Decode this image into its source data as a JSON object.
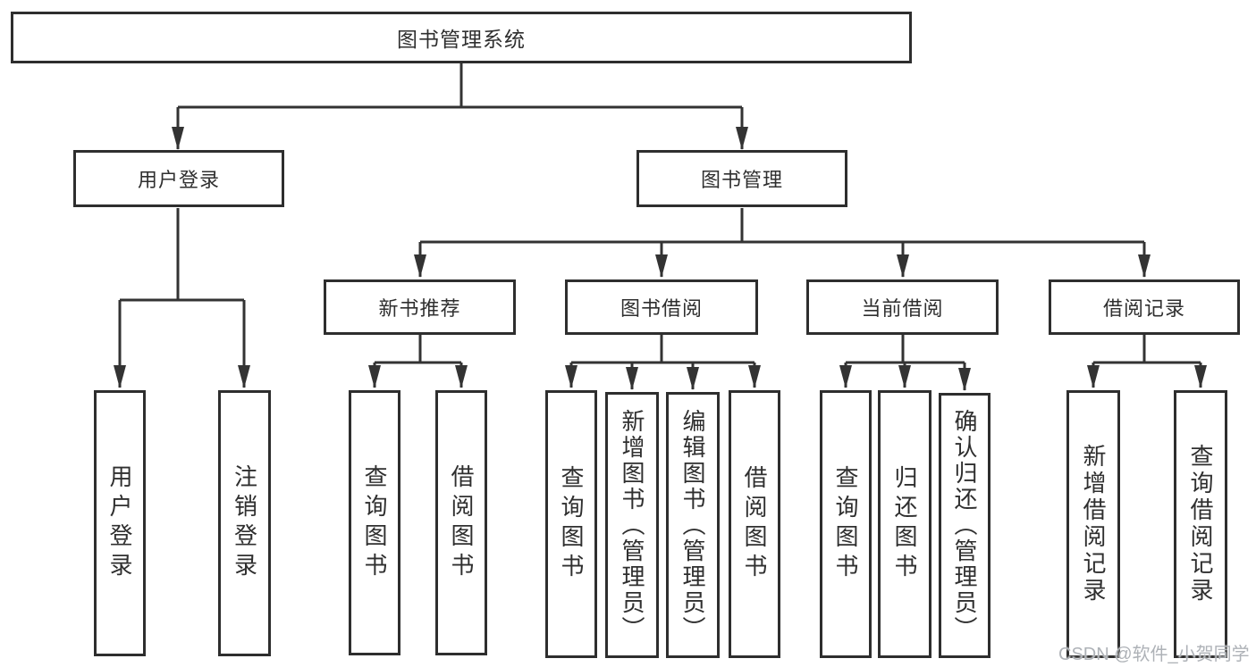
{
  "diagram": {
    "colors": {
      "line": "#333333",
      "box_border": "#2e2e2e",
      "text": "#2f2f2f",
      "watermark": "#aeb2b7",
      "background": "#ffffff"
    },
    "nodes": {
      "root": {
        "label": "图书管理系统"
      },
      "user_login": {
        "label": "用户登录"
      },
      "book_management": {
        "label": "图书管理"
      },
      "leaf_user_login": {
        "label": "用户登录"
      },
      "leaf_logout": {
        "label": "注销登录"
      },
      "new_book_recommend": {
        "label": "新书推荐"
      },
      "book_borrowing": {
        "label": "图书借阅"
      },
      "current_borrowing": {
        "label": "当前借阅"
      },
      "borrowing_records": {
        "label": "借阅记录"
      },
      "nb_query_books": {
        "label": "查询图书"
      },
      "nb_borrow_books": {
        "label": "借阅图书"
      },
      "bb_query_books": {
        "label": "查询图书"
      },
      "bb_add_books": {
        "label": "新增图书（管理员）"
      },
      "bb_edit_books": {
        "label": "编辑图书（管理员）"
      },
      "bb_borrow_books": {
        "label": "借阅图书"
      },
      "cb_query_books": {
        "label": "查询图书"
      },
      "cb_return_books": {
        "label": "归还图书"
      },
      "cb_confirm_return": {
        "label": "确认归还（管理员）"
      },
      "br_add_record": {
        "label": "新增借阅记录"
      },
      "br_query_record": {
        "label": "查询借阅记录"
      }
    },
    "hierarchy": {
      "图书管理系统": [
        "用户登录",
        "图书管理"
      ],
      "用户登录": [
        "用户登录",
        "注销登录"
      ],
      "图书管理": [
        "新书推荐",
        "图书借阅",
        "当前借阅",
        "借阅记录"
      ],
      "新书推荐": [
        "查询图书",
        "借阅图书"
      ],
      "图书借阅": [
        "查询图书",
        "新增图书（管理员）",
        "编辑图书（管理员）",
        "借阅图书"
      ],
      "当前借阅": [
        "查询图书",
        "归还图书",
        "确认归还（管理员）"
      ],
      "借阅记录": [
        "新增借阅记录",
        "查询借阅记录"
      ]
    },
    "watermark": {
      "text": "CSDN @软件_小贺同学"
    }
  }
}
